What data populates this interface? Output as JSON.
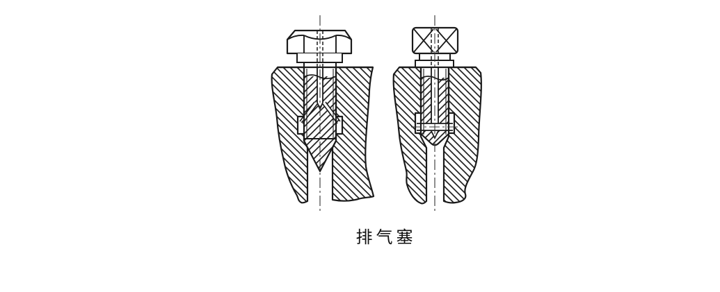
{
  "diagram": {
    "caption": "排气塞",
    "background_color": "#ffffff",
    "line_color": "#1a1a1a",
    "figures": [
      {
        "name": "hex-head-vent-plug-sectional-view"
      },
      {
        "name": "square-head-vent-plug-sectional-view"
      }
    ]
  }
}
